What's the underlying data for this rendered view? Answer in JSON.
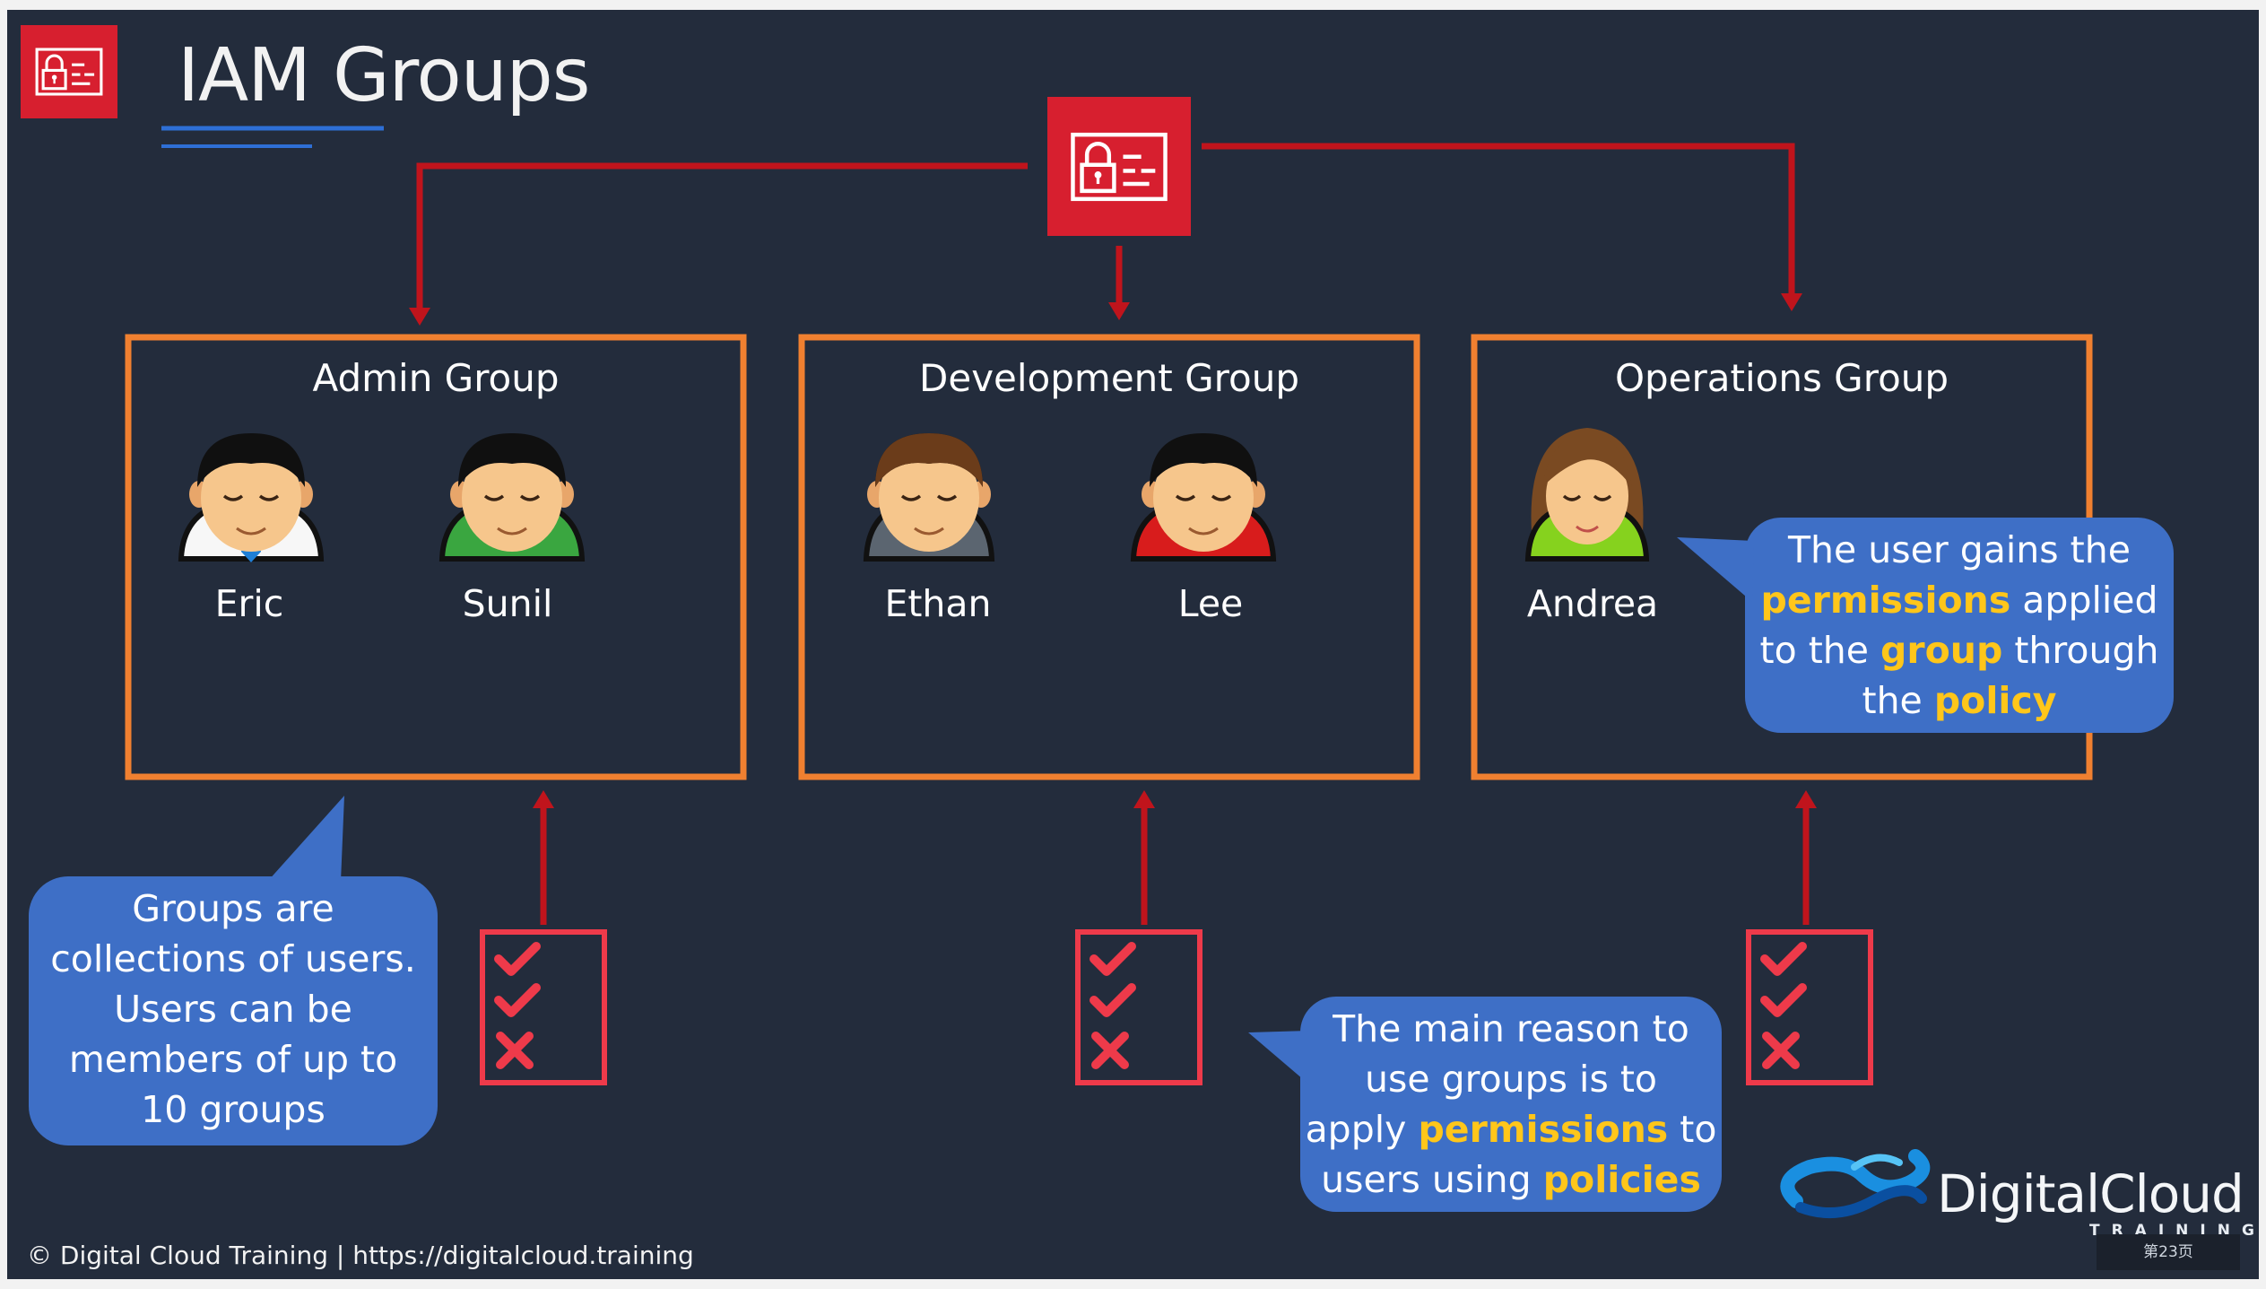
{
  "title": "IAM Groups",
  "colors": {
    "background": "#232c3c",
    "arrow": "#c0141c",
    "group_border": "#f08030",
    "callout": "#3e6fc6",
    "highlight": "#ffc61a",
    "policy_icon": "#ee3a4a",
    "iam_icon": "#d71f2f"
  },
  "icons": {
    "top_left": "iam-icon",
    "center": "iam-icon",
    "policy": "policy-checklist-icon",
    "brand": "digitalcloud-logo-icon"
  },
  "groups": [
    {
      "name": "Admin Group",
      "users": [
        {
          "name": "Eric",
          "avatar": "man-white-shirt-blue-tie"
        },
        {
          "name": "Sunil",
          "avatar": "man-green-shirt"
        }
      ]
    },
    {
      "name": "Development Group",
      "users": [
        {
          "name": "Ethan",
          "avatar": "man-grey-suit"
        },
        {
          "name": "Lee",
          "avatar": "man-red-shirt"
        }
      ]
    },
    {
      "name": "Operations Group",
      "users": [
        {
          "name": "Andrea",
          "avatar": "woman-green-top"
        }
      ]
    }
  ],
  "callouts": {
    "left": {
      "lines": [
        "Groups are",
        "collections of users.",
        "Users can be",
        "members of up to",
        "10 groups"
      ]
    },
    "middle": {
      "line1": "The main reason to",
      "line2": "use groups is to",
      "line3_a": "apply ",
      "line3_hl": "permissions",
      "line3_b": " to",
      "line4_a": "users using ",
      "line4_hl": "policies"
    },
    "right": {
      "line1": "The user gains the",
      "line2_hl": "permissions",
      "line2_b": " applied",
      "line3_a": "to the ",
      "line3_hl": "group",
      "line3_b": " through",
      "line4_a": "the ",
      "line4_hl": "policy"
    }
  },
  "footer": "© Digital Cloud Training  | https://digitalcloud.training",
  "brand": {
    "name": "DigitalCloud",
    "sub": "TRAINING"
  },
  "page_number": "第23页"
}
